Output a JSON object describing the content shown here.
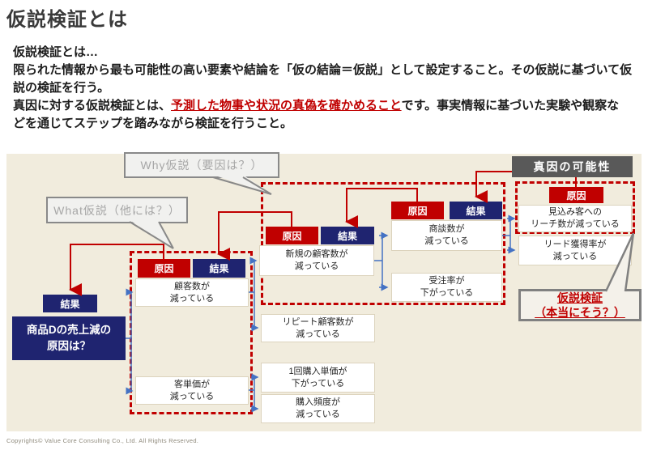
{
  "page": {
    "title": "仮説検証とは",
    "copyright": "Copyrights© Value Core Consulting Co., Ltd.  All Rights Reserved."
  },
  "intro": {
    "line1": "仮説検証とは…",
    "line2": "限られた情報から最も可能性の高い要素や結論を「仮の結論＝仮説」として設定すること。その仮説に基づいて仮",
    "line3": "説の検証を行う。",
    "line4_pre": "真因に対する仮説検証とは、",
    "line4_red": "予測した物事や状況の真偽を確かめること",
    "line4_post": "です。事実情報に基づいた実験や観察な",
    "line5": "どを通じてステップを踏みながら検証を行うこと。"
  },
  "diagram": {
    "callout_what": "What仮説（他には？）",
    "callout_why": "Why仮説（要因は？）",
    "callout_kensho": "仮説検証\n（本当にそう？）",
    "header_shinin": "真因の可能性",
    "label_genin": "原因",
    "label_kekka": "結果",
    "nodes": {
      "root": "商品Dの売上減の\n原因は？",
      "kokyaku": "顧客数が\n減っている",
      "kyakutanka": "客単価が\n減っている",
      "shinki": "新規の顧客数が\n減っている",
      "repeat": "リピート顧客数が\n減っている",
      "tanka": "1回購入単価が\n下がっている",
      "hindo": "購入頻度が\n減っている",
      "shodan": "商談数が\n減っている",
      "juchu": "受注率が\n下がっている",
      "mikomi": "見込み客への\nリーチ数が減っている",
      "lead": "リード獲得率が\n減っている"
    },
    "colors": {
      "accent_red": "#C00000",
      "navy": "#1F2470",
      "header_gray": "#595959",
      "callout_text_gray": "#A6A6A6",
      "connector_blue": "#4472C4",
      "panel_bg": "#F1ECDD"
    }
  }
}
